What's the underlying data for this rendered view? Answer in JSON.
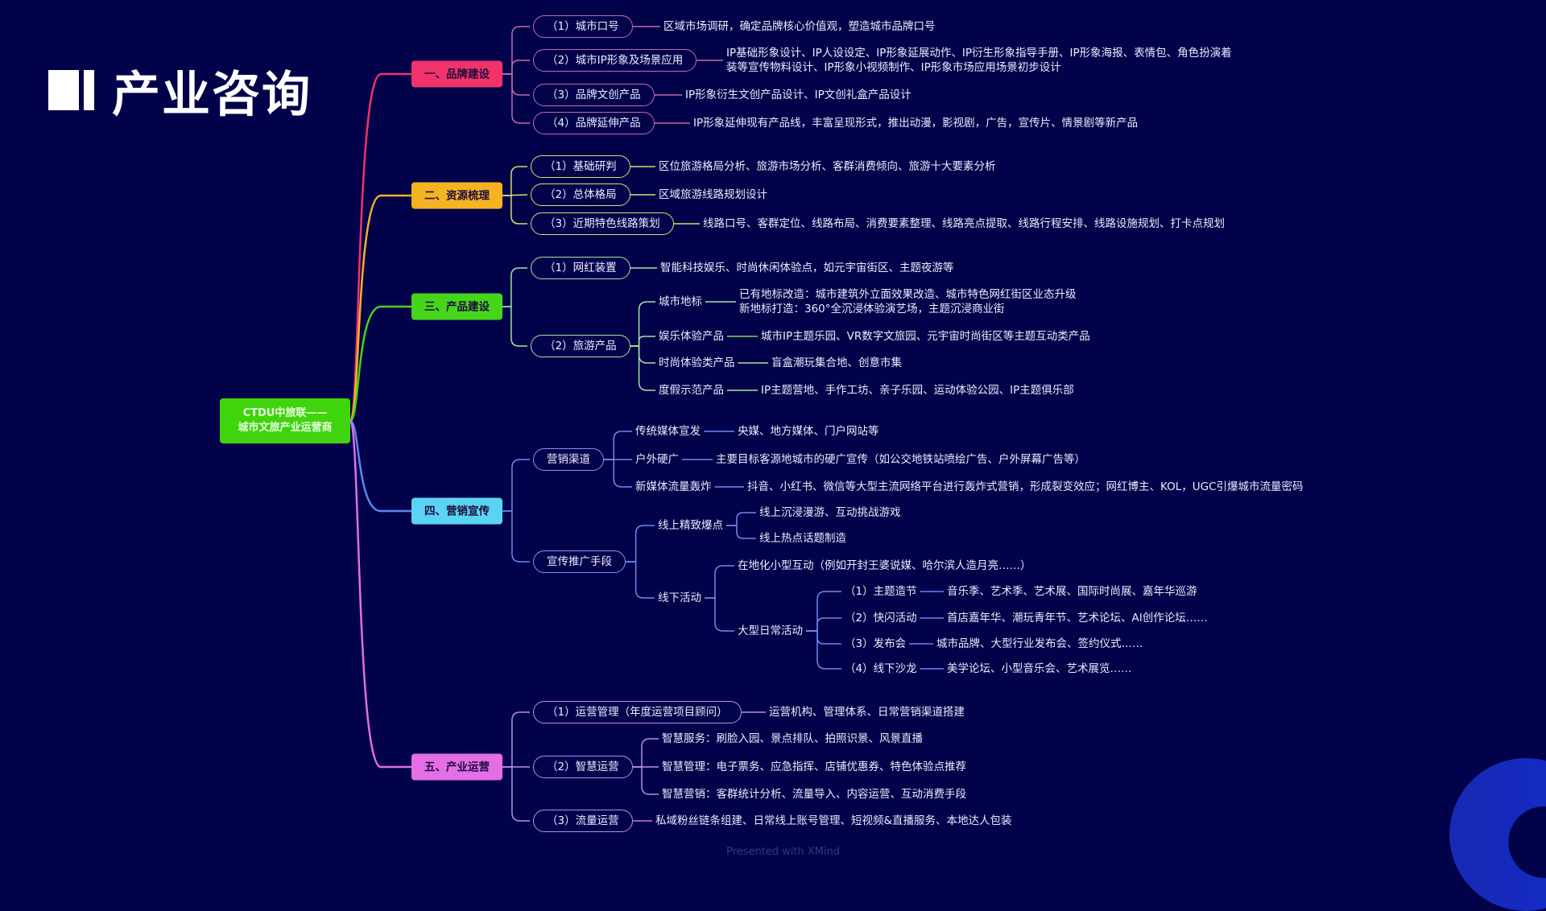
{
  "title": "产业咨询",
  "root": {
    "line1": "CTDU中旅联——",
    "line2": "城市文旅产业运营商"
  },
  "colors": {
    "background": "#02024a",
    "branch1": "#f2336b",
    "branch2": "#f5b321",
    "branch3": "#45d61a",
    "branch4": "#5ad4f2",
    "branch5": "#e36ee6"
  },
  "branches": [
    {
      "label": "一、品牌建设",
      "items": [
        {
          "label": "（1）城市口号",
          "desc": "区域市场调研，确定品牌核心价值观，塑造城市品牌口号"
        },
        {
          "label": "（2）城市IP形象及场景应用",
          "desc1": "IP基础形象设计、IP人设设定、IP形象延展动作、IP衍生形象指导手册、IP形象海报、表情包、角色扮演着",
          "desc2": "装等宣传物料设计、IP形象小视频制作、IP形象市场应用场景初步设计"
        },
        {
          "label": "（3）品牌文创产品",
          "desc": "IP形象衍生文创产品设计、IP文创礼盒产品设计"
        },
        {
          "label": "（4）品牌延伸产品",
          "desc": "IP形象延伸现有产品线，丰富呈现形式，推出动漫，影视剧，广告，宣传片、情景剧等新产品"
        }
      ]
    },
    {
      "label": "二、资源梳理",
      "items": [
        {
          "label": "（1）基础研判",
          "desc": "区位旅游格局分析、旅游市场分析、客群消费倾向、旅游十大要素分析"
        },
        {
          "label": "（2）总体格局",
          "desc": "区域旅游线路规划设计"
        },
        {
          "label": "（3）近期特色线路策划",
          "desc": "线路口号、客群定位、线路布局、消费要素整理、线路亮点提取、线路行程安排、线路设施规划、打卡点规划"
        }
      ]
    },
    {
      "label": "三、产品建设",
      "items": [
        {
          "label": "（1）网红装置",
          "desc": "智能科技娱乐、时尚休闲体验点，如元宇宙街区、主题夜游等"
        },
        {
          "label": "（2）旅游产品",
          "children": [
            {
              "label": "城市地标",
              "desc1": "已有地标改造：城市建筑外立面效果改造、城市特色网红街区业态升级",
              "desc2": "新地标打造：360°全沉浸体验演艺场，主题沉浸商业街"
            },
            {
              "label": "娱乐体验产品",
              "desc": "城市IP主题乐园、VR数字文旅园、元宇宙时尚街区等主题互动类产品"
            },
            {
              "label": "时尚体验类产品",
              "desc": "盲盒潮玩集合地、创意市集"
            },
            {
              "label": "度假示范产品",
              "desc": "IP主题营地、手作工坊、亲子乐园、运动体验公园、IP主题俱乐部"
            }
          ]
        }
      ]
    },
    {
      "label": "四、营销宣传",
      "items": [
        {
          "label": "营销渠道",
          "children": [
            {
              "label": "传统媒体宣发",
              "desc": "央媒、地方媒体、门户网站等"
            },
            {
              "label": "户外硬广",
              "desc": "主要目标客源地城市的硬广宣传（如公交地铁站喷绘广告、户外屏幕广告等）"
            },
            {
              "label": "新媒体流量轰炸",
              "desc": "抖音、小红书、微信等大型主流网络平台进行轰炸式营销，形成裂变效应；网红博主、KOL，UGC引爆城市流量密码"
            }
          ]
        },
        {
          "label": "宣传推广手段",
          "children": [
            {
              "label": "线上精致爆点",
              "children": [
                {
                  "label": "线上沉浸漫游、互动挑战游戏"
                },
                {
                  "label": "线上热点话题制造"
                }
              ]
            },
            {
              "label": "线下活动",
              "children": [
                {
                  "label": "在地化小型互动（例如开封王婆说媒、哈尔滨人造月亮……）"
                },
                {
                  "label": "大型日常活动",
                  "children": [
                    {
                      "label": "（1）主题造节",
                      "desc": "音乐季、艺术季、艺术展、国际时尚展、嘉年华巡游"
                    },
                    {
                      "label": "（2）快闪活动",
                      "desc": "首店嘉年华、潮玩青年节、艺术论坛、AI创作论坛……"
                    },
                    {
                      "label": "（3）发布会",
                      "desc": "城市品牌、大型行业发布会、签约仪式……"
                    },
                    {
                      "label": "（4）线下沙龙",
                      "desc": "美学论坛、小型音乐会、艺术展览……"
                    }
                  ]
                }
              ]
            }
          ]
        }
      ]
    },
    {
      "label": "五、产业运营",
      "items": [
        {
          "label": "（1）运营管理（年度运营项目顾问）",
          "desc": "运营机构、管理体系、日常营销渠道搭建"
        },
        {
          "label": "（2）智慧运营",
          "children": [
            {
              "label": "智慧服务：刷脸入园、景点排队、拍照识景、风景直播"
            },
            {
              "label": "智慧管理：电子票务、应急指挥、店铺优惠券、特色体验点推荐"
            },
            {
              "label": "智慧营销：客群统计分析、流量导入、内容运营、互动消费手段"
            }
          ]
        },
        {
          "label": "（3）流量运营",
          "desc": "私域粉丝链条组建、日常线上账号管理、短视频&直播服务、本地达人包装"
        }
      ]
    }
  ],
  "footer": "Presented with XMind"
}
